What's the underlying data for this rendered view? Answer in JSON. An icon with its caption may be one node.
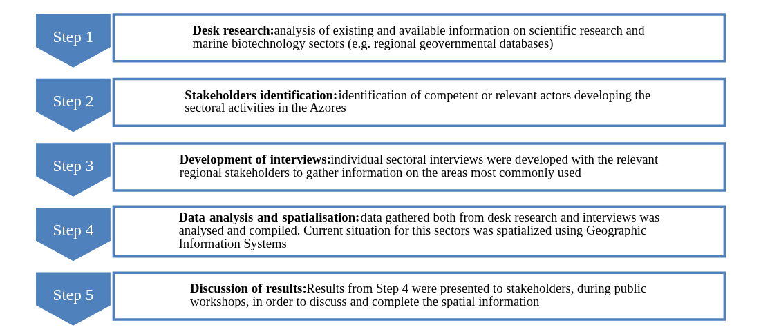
{
  "diagram": {
    "nodes": [
      {
        "text": [
          "Step 1"
        ]
      },
      {
        "text": [
          "Desk research:",
          "analysis of existing and available information on scientific research and marine biotechnology sectors (e.g. regional geovernmental databases)"
        ]
      },
      {
        "text": [
          "Step 2"
        ]
      },
      {
        "text": [
          "Stakeholders identification:",
          "identification of competent or relevant actors developing the sectoral activities in the Azores"
        ]
      },
      {
        "text": [
          "Step 3"
        ]
      },
      {
        "text": [
          "Development of interviews:",
          "individual sectoral interviews were developed with the relevant regional stakeholders to gather information on the areas most commonly used"
        ]
      },
      {
        "text": [
          "Step 4"
        ]
      },
      {
        "text": [
          "Data analysis and spatialisation:",
          "data gathered both from desk research and interviews was analysed and compiled. Current situation for this sectors was spatialized using Geographic Information Systems"
        ]
      },
      {
        "text": [
          "Step 5"
        ]
      },
      {
        "text": [
          "Discussion of results:",
          "Results from Step 4 were presented to stakeholders, during public workshops, in order to discuss and complete the spatial information"
        ]
      }
    ]
  }
}
